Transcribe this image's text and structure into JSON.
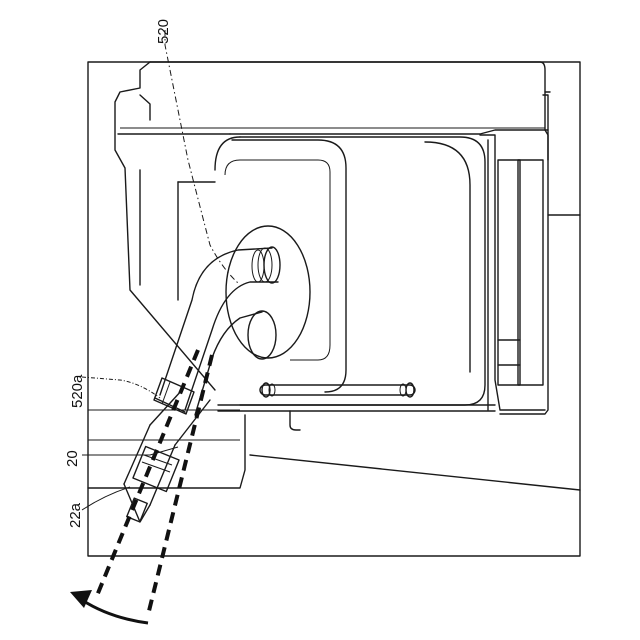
{
  "labels": {
    "part_520": "520",
    "part_520a": "520a",
    "part_20": "20",
    "part_22a": "22a"
  },
  "colors": {
    "line": "#1a1a1a",
    "background": "#ffffff"
  }
}
